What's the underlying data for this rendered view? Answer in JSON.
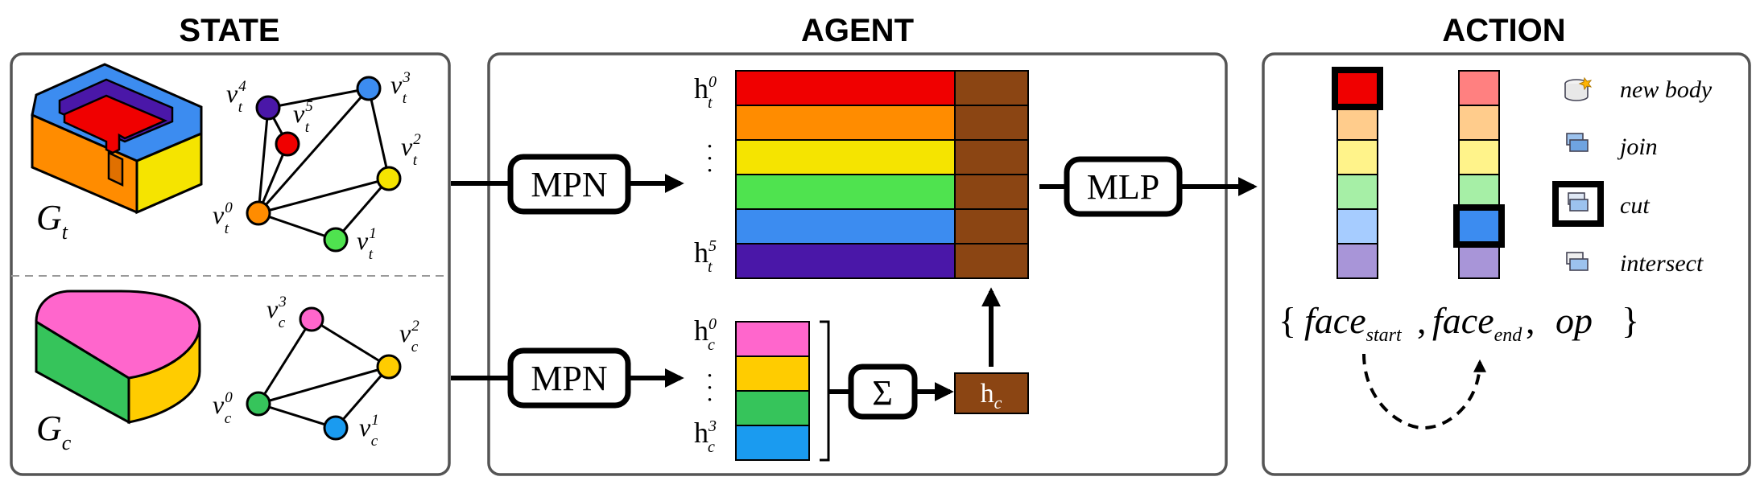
{
  "sections": {
    "state": "STATE",
    "agent": "AGENT",
    "action": "ACTION"
  },
  "state": {
    "target_label": {
      "base": "G",
      "sub": "t"
    },
    "current_label": {
      "base": "G",
      "sub": "c"
    },
    "target_graph": {
      "nodes": [
        {
          "base": "v",
          "sup": "0",
          "sub": "t",
          "color": "#FF8C00"
        },
        {
          "base": "v",
          "sup": "1",
          "sub": "t",
          "color": "#4FE34F"
        },
        {
          "base": "v",
          "sup": "2",
          "sub": "t",
          "color": "#F5E400"
        },
        {
          "base": "v",
          "sup": "3",
          "sub": "t",
          "color": "#3C8CF0"
        },
        {
          "base": "v",
          "sup": "4",
          "sub": "t",
          "color": "#4A17A8"
        },
        {
          "base": "v",
          "sup": "5",
          "sub": "t",
          "color": "#F00000"
        }
      ]
    },
    "current_graph": {
      "nodes": [
        {
          "base": "v",
          "sup": "0",
          "sub": "c",
          "color": "#36C45B"
        },
        {
          "base": "v",
          "sup": "1",
          "sub": "c",
          "color": "#1A9BF0"
        },
        {
          "base": "v",
          "sup": "2",
          "sub": "c",
          "color": "#FFCC00"
        },
        {
          "base": "v",
          "sup": "3",
          "sub": "c",
          "color": "#FF66CC"
        }
      ]
    }
  },
  "agent": {
    "mpn_top": "MPN",
    "mpn_bottom": "MPN",
    "mlp": "MLP",
    "sum_symbol": "Σ",
    "h_c": {
      "base": "h",
      "sub": "c"
    },
    "target_embeddings": {
      "first": {
        "base": "h",
        "sup": "0",
        "sub": "t"
      },
      "last": {
        "base": "h",
        "sup": "5",
        "sub": "t"
      },
      "ellipsis": ".  .  .",
      "row_colors": [
        "#F00000",
        "#FF8C00",
        "#F5E400",
        "#4FE34F",
        "#3C8CF0",
        "#4A17A8"
      ],
      "context_color": "#8B4513"
    },
    "current_embeddings": {
      "first": {
        "base": "h",
        "sup": "0",
        "sub": "c"
      },
      "last": {
        "base": "h",
        "sup": "3",
        "sub": "c"
      },
      "ellipsis": ".  .  .",
      "row_colors": [
        "#FF66CC",
        "#FFCC00",
        "#36C45B",
        "#1A9BF0"
      ]
    }
  },
  "action": {
    "face_start_column": {
      "colors": [
        "#F00000",
        "#FFCC8C",
        "#FFF38A",
        "#A6EFA6",
        "#A6CCFF",
        "#A895D8"
      ],
      "selected_index": 0
    },
    "face_end_column": {
      "colors": [
        "#FF8080",
        "#FFCC8C",
        "#FFF38A",
        "#A6EFA6",
        "#3C8CF0",
        "#A895D8"
      ],
      "selected_index": 4
    },
    "operations": [
      {
        "label": "new body",
        "icon": "new-body-icon"
      },
      {
        "label": "join",
        "icon": "join-icon"
      },
      {
        "label": "cut",
        "icon": "cut-icon",
        "selected": true
      },
      {
        "label": "intersect",
        "icon": "intersect-icon"
      }
    ],
    "tuple": {
      "open": "{",
      "face": "face",
      "start": "start",
      "end": "end",
      "comma": ",",
      "op": "op",
      "close": "}"
    }
  }
}
